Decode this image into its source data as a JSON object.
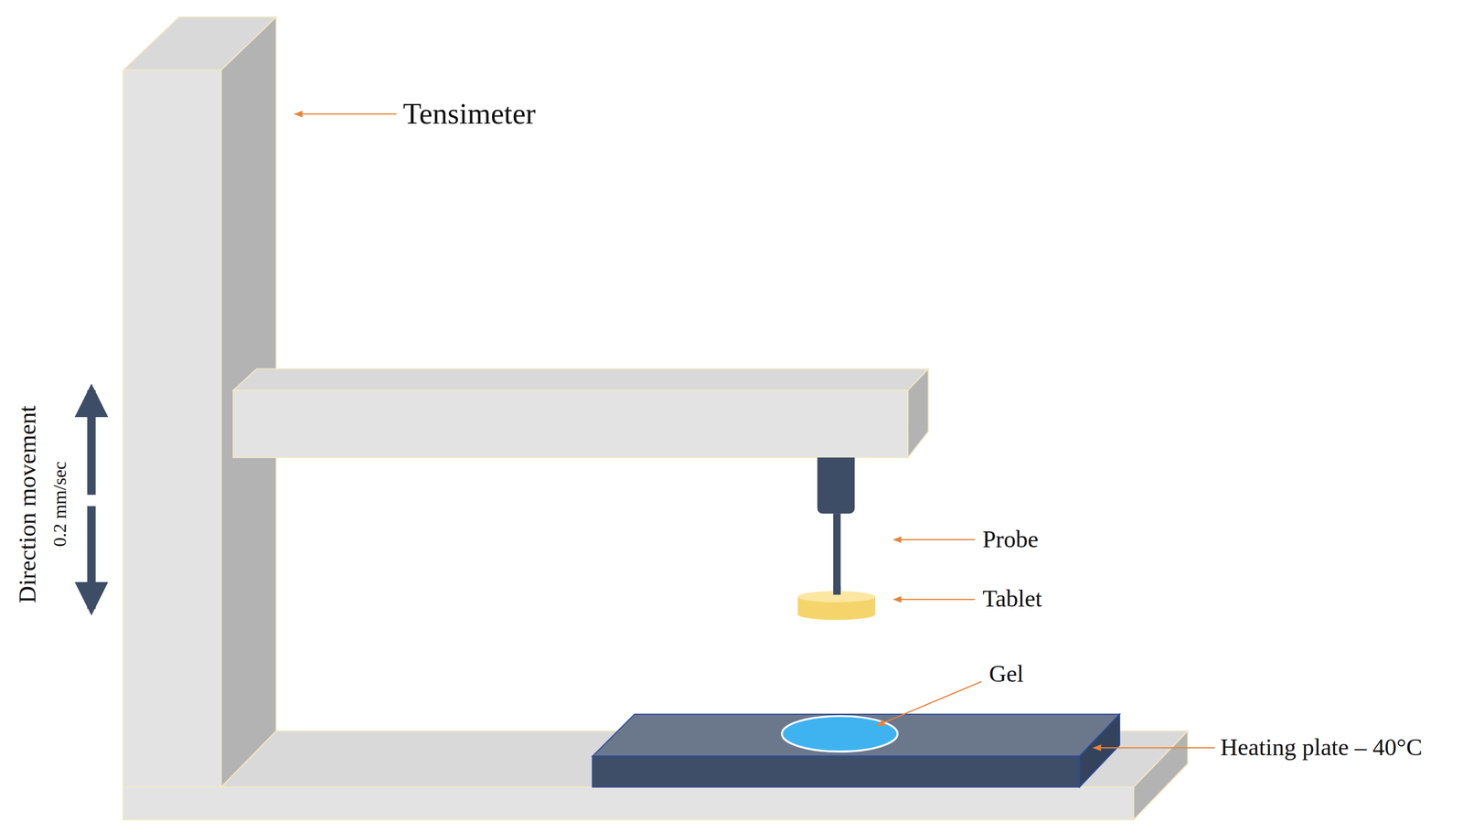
{
  "diagram": {
    "labels": [
      "Tensimeter",
      "Probe",
      "Tablet",
      "Gel",
      "Heating plate – 40°C",
      "Direction movement",
      "0.2 mm/sec"
    ]
  }
}
